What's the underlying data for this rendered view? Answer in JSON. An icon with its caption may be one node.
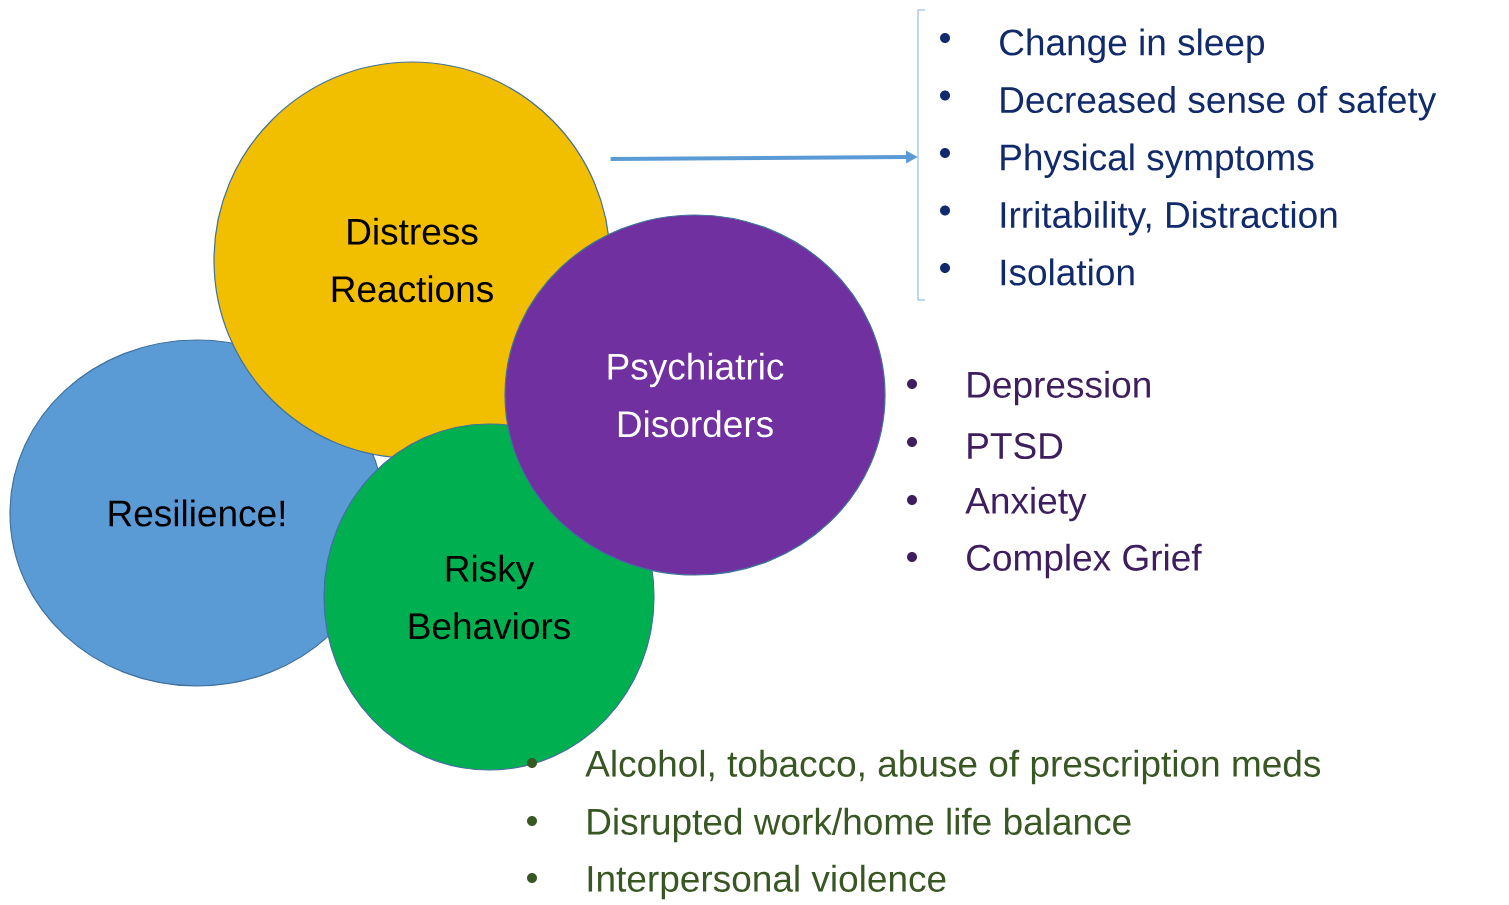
{
  "diagram": {
    "nodes": [
      {
        "text": [
          "Distress Reactions"
        ]
      },
      {
        "text": [
          "Resilience!"
        ]
      },
      {
        "text": [
          "Psychiatric Disorders"
        ]
      },
      {
        "text": [
          "Risky Behaviors"
        ]
      },
      {
        "text": [
          "Change in sleep",
          "Decreased sense of safety",
          "Physical symptoms",
          "Irritability, Distraction",
          "Isolation"
        ]
      }
    ],
    "edges": [
      {
        "from": 0,
        "to": 4,
        "arrow": "to"
      }
    ],
    "labels": [
      "Depression",
      "PTSD",
      "Anxiety",
      "Complex Grief",
      "Alcohol, tobacco, abuse of prescription meds",
      "Disrupted work/home life balance",
      "Interpersonal violence"
    ]
  }
}
